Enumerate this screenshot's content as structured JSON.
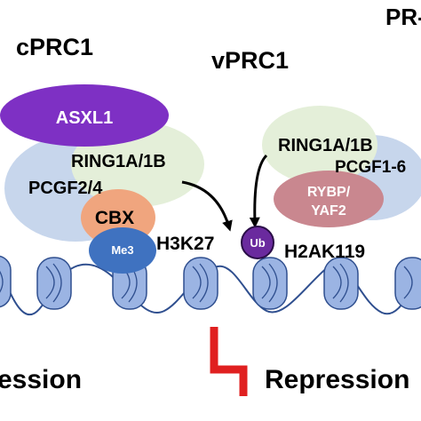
{
  "heading_left": "cPRC1",
  "heading_middle": "vPRC1",
  "heading_right_clipped": "PR-",
  "proteins": {
    "asxl1": "ASXL1",
    "ring1_c": "RING1A/1B",
    "pcgf_c": "PCGF2/4",
    "cbx": "CBX",
    "me3": "Me3",
    "ring1_v": "RING1A/1B",
    "pcgf_v": "PCGF1-6",
    "rybp_line1": "RYBP/",
    "rybp_line2": "YAF2",
    "ub": "Ub"
  },
  "marks": {
    "h3k27": "H3K27",
    "h2ak119": "H2AK119"
  },
  "outcome": {
    "left_clipped": "ession",
    "right": "Repression"
  },
  "colors": {
    "asxl1": "#7e30c4",
    "complex_green": "#e4efd9",
    "complex_blue": "#c7d6ec",
    "cbx": "#f0a57e",
    "me3": "#3f72c0",
    "rybp": "#c9878f",
    "ub": "#6a2a9e",
    "nucleosome": "#9bb4e3",
    "dna_line": "#2f4f8f",
    "repression_symbol": "#e02020"
  }
}
